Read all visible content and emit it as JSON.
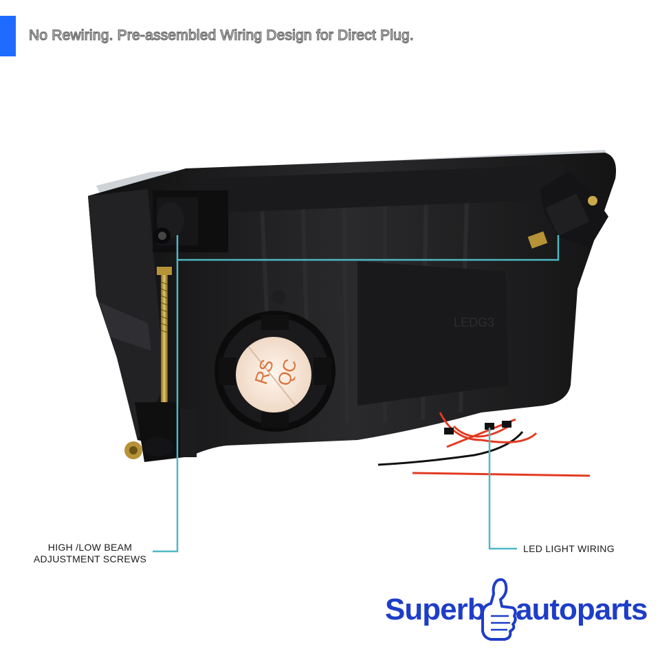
{
  "headline": "No Rewiring. Pre-assembled Wiring Design for Direct Plug.",
  "callouts": {
    "left_line1": "HIGH /LOW BEAM",
    "left_line2": "ADJUSTMENT SCREWS",
    "right": "LED LIGHT WIRING"
  },
  "cap_text": {
    "a": "RS",
    "b": "QC"
  },
  "brand": {
    "left": "Superb",
    "right": "autoparts"
  },
  "colors": {
    "accent": "#1f6bff",
    "callout_line": "#4fb8c4",
    "brand_blue": "#1e3dc8",
    "housing": "#1b1b1d"
  },
  "icons": [
    "thumbs-up-icon"
  ]
}
